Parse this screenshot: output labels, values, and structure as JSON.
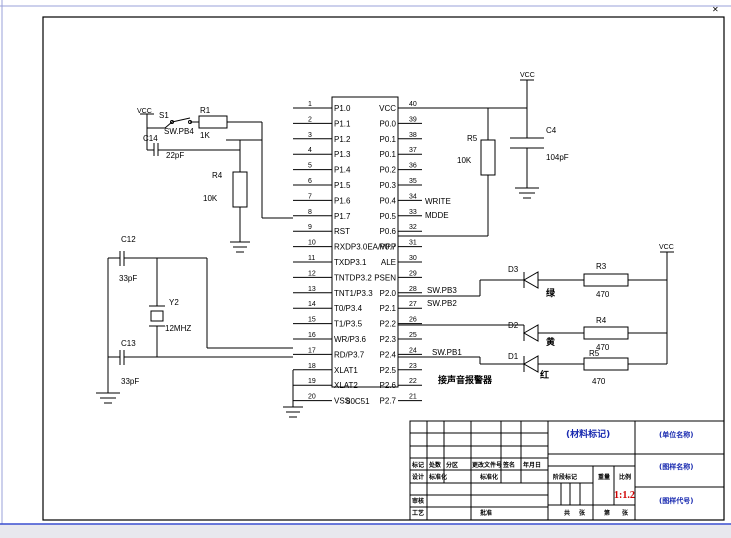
{
  "viewport": {
    "bg": "#ffffff",
    "border_blue": "#3a4fd0",
    "scroll_gray": "#c8c8d0"
  },
  "mcu": {
    "part": "80C51",
    "pins_left": [
      {
        "num": "1",
        "name": "P1.0"
      },
      {
        "num": "2",
        "name": "P1.1"
      },
      {
        "num": "3",
        "name": "P1.2"
      },
      {
        "num": "4",
        "name": "P1.3"
      },
      {
        "num": "5",
        "name": "P1.4"
      },
      {
        "num": "6",
        "name": "P1.5"
      },
      {
        "num": "7",
        "name": "P1.6"
      },
      {
        "num": "8",
        "name": "P1.7"
      },
      {
        "num": "9",
        "name": "RST"
      },
      {
        "num": "10",
        "name": "RXDP3.0EA/VPP"
      },
      {
        "num": "11",
        "name": "TXDP3.1"
      },
      {
        "num": "12",
        "name": "TNTDP3.2"
      },
      {
        "num": "13",
        "name": "TNT1/P3.3"
      },
      {
        "num": "14",
        "name": "T0/P3.4"
      },
      {
        "num": "15",
        "name": "T1/P3.5"
      },
      {
        "num": "16",
        "name": "WR/P3.6"
      },
      {
        "num": "17",
        "name": "RD/P3.7"
      },
      {
        "num": "18",
        "name": "XLAT1"
      },
      {
        "num": "19",
        "name": "XLAT2"
      },
      {
        "num": "20",
        "name": "VSS"
      }
    ],
    "pins_right": [
      {
        "num": "40",
        "name": "VCC"
      },
      {
        "num": "39",
        "name": "P0.0"
      },
      {
        "num": "38",
        "name": "P0.1"
      },
      {
        "num": "37",
        "name": "P0.1"
      },
      {
        "num": "36",
        "name": "P0.2"
      },
      {
        "num": "35",
        "name": "P0.3"
      },
      {
        "num": "34",
        "name": "P0.4"
      },
      {
        "num": "33",
        "name": "P0.5"
      },
      {
        "num": "32",
        "name": "P0.6"
      },
      {
        "num": "31",
        "name": "P0.7"
      },
      {
        "num": "30",
        "name": "ALE"
      },
      {
        "num": "29",
        "name": "PSEN"
      },
      {
        "num": "28",
        "name": "P2.0"
      },
      {
        "num": "27",
        "name": "P2.1"
      },
      {
        "num": "26",
        "name": "P2.2"
      },
      {
        "num": "25",
        "name": "P2.3"
      },
      {
        "num": "24",
        "name": "P2.4"
      },
      {
        "num": "23",
        "name": "P2.5"
      },
      {
        "num": "22",
        "name": "P2.6"
      },
      {
        "num": "21",
        "name": "P2.7"
      }
    ],
    "net_labels": [
      "WRITE",
      "MDDE",
      "SW.PB3",
      "SW.PB2",
      "SW.PB1",
      "接声音报警器"
    ]
  },
  "components": {
    "vcc": "VCC",
    "s1": "S1",
    "swpb4": "SW.PB4",
    "r1": "R1",
    "r1_val": "1K",
    "c14": "C14",
    "c14_val": "22pF",
    "r4": "R4",
    "r4_val": "10K",
    "r5": "R5",
    "r5_val": "10K",
    "c4": "C4",
    "c4_val": "104pF",
    "c12": "C12",
    "c12_val": "33pF",
    "c13": "C13",
    "c13_val": "33pF",
    "y2": "Y2",
    "y2_val": "12MHZ",
    "d3": "D3",
    "d2": "D2",
    "d1": "D1",
    "green": "绿",
    "yellow": "黄",
    "red": "红",
    "r3a": "R3",
    "r3a_val": "470",
    "r4b": "R4",
    "r4b_val": "470",
    "r5b": "R5",
    "r5b_val": "470"
  },
  "title_block": {
    "material": "(材料标记)",
    "unit_name": "(单位名称)",
    "drawing_name": "(图样名称)",
    "drawing_code": "(图样代号)",
    "row_labels": [
      "标记",
      "处数",
      "分区",
      "更改文件号",
      "签名",
      "年月日"
    ],
    "design": "设计",
    "standard": "标准化",
    "std_sign": "标准化",
    "stage": "阶段标记",
    "weight": "重量",
    "ratio": "比例",
    "scale": "1:1.2",
    "review": "审核",
    "craft": "工艺",
    "approve": "批准",
    "sheets_total": "共",
    "sheet_word": "张",
    "sheet_no": "第",
    "sheet_word2": "张"
  }
}
